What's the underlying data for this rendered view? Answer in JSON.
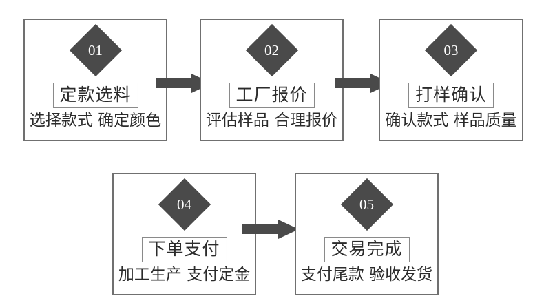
{
  "diagram": {
    "type": "process-flow",
    "title": "",
    "colors": {
      "background": "#ffffff",
      "box_border": "#707070",
      "diamond_fill": "#4a4a4a",
      "diamond_text": "#ffffff",
      "chip_border": "#8a8a8a",
      "text": "#2b2b2b",
      "arrow_fill": "#4a4a4a"
    },
    "steps": [
      {
        "number": "01",
        "title": "定款选料",
        "subtitle": "选择款式 确定颜色"
      },
      {
        "number": "02",
        "title": "工厂报价",
        "subtitle": "评估样品 合理报价"
      },
      {
        "number": "03",
        "title": "打样确认",
        "subtitle": "确认款式 样品质量"
      },
      {
        "number": "04",
        "title": "下单支付",
        "subtitle": "加工生产 支付定金"
      },
      {
        "number": "05",
        "title": "交易完成",
        "subtitle": "支付尾款 验收发货"
      }
    ],
    "arrows": [
      {
        "name": "arrow-step1-to-step2",
        "from": "01",
        "to": "02",
        "direction": "right"
      },
      {
        "name": "arrow-step2-to-step3",
        "from": "02",
        "to": "03",
        "direction": "right"
      },
      {
        "name": "arrow-step4-to-step5",
        "from": "04",
        "to": "05",
        "direction": "right"
      }
    ]
  }
}
